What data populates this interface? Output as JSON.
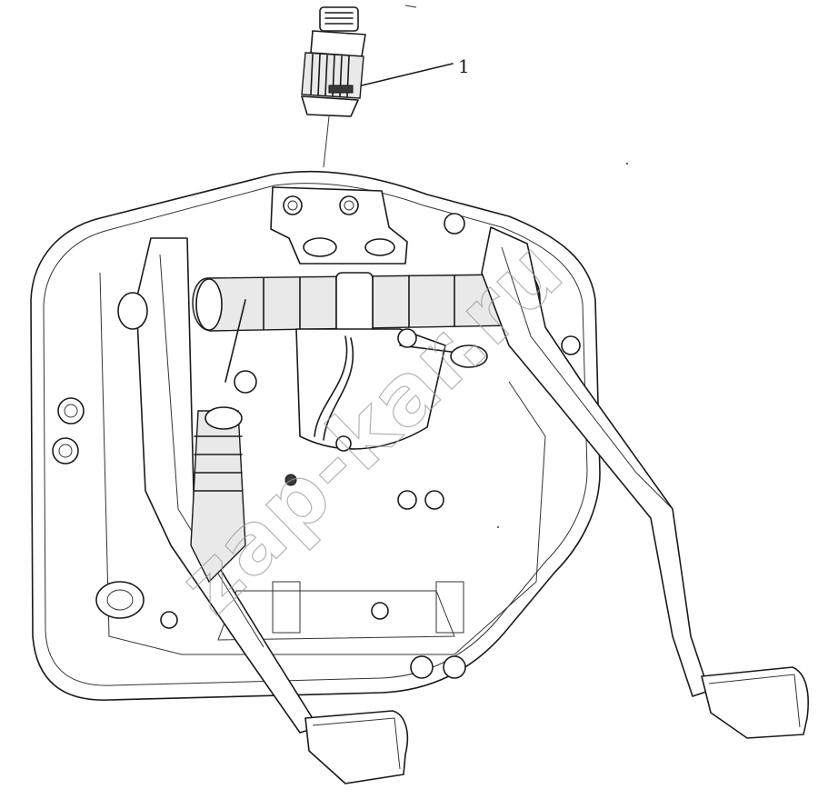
{
  "diagram": {
    "callouts": [
      {
        "id": "1",
        "label": "1"
      }
    ],
    "watermark": "zap-kar.ru"
  }
}
